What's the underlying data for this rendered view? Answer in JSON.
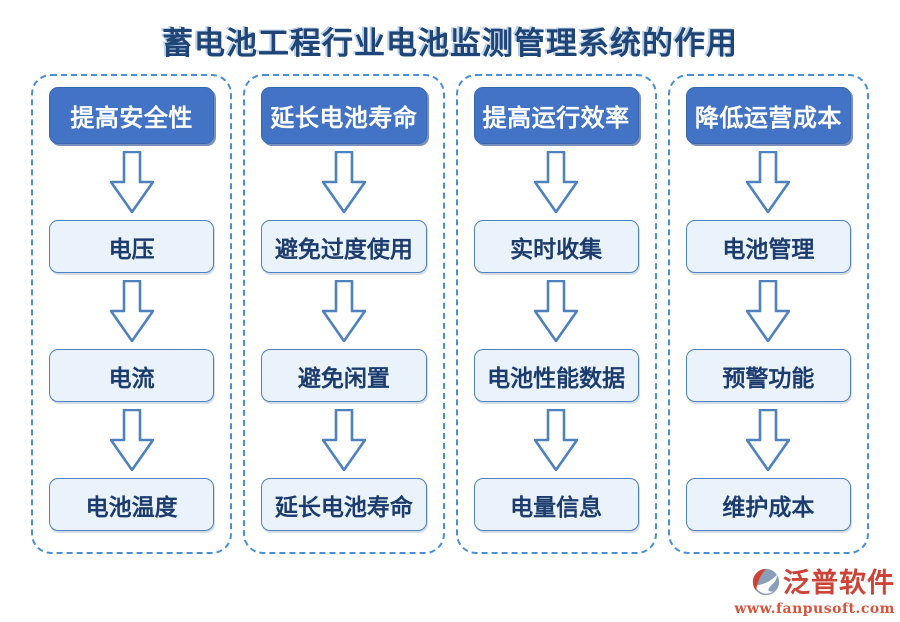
{
  "title": "蓄电池工程行业电池监测管理系统的作用",
  "columns": [
    {
      "header": "提高安全性",
      "items": [
        "电压",
        "电流",
        "电池温度"
      ]
    },
    {
      "header": "延长电池寿命",
      "items": [
        "避免过度使用",
        "避免闲置",
        "延长电池寿命"
      ]
    },
    {
      "header": "提高运行效率",
      "items": [
        "实时收集",
        "电池性能数据",
        "电量信息"
      ]
    },
    {
      "header": "降低运营成本",
      "items": [
        "电池管理",
        "预警功能",
        "维护成本"
      ]
    }
  ],
  "watermark": {
    "brand": "泛普软件",
    "url": "www.fanpusoft.com"
  },
  "colors": {
    "title_color": "#1e4575",
    "header_bg": "#4273c5",
    "header_shadow": "#2f5597",
    "header_text": "#ffffff",
    "box_bg": "#eaf3fb",
    "box_border": "#4f81bd",
    "box_text": "#1c3c6e",
    "dashed_border": "#4a8fd3",
    "arrow_stroke": "#4f81bd",
    "arrow_fill": "#ffffff",
    "brand_red": "#cc4437",
    "url_red": "#d4553c"
  }
}
